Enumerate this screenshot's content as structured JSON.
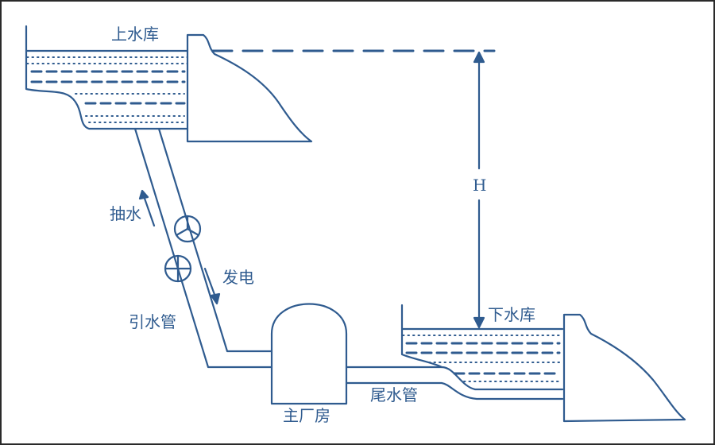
{
  "labels": {
    "upper_reservoir": "上水库",
    "lower_reservoir": "下水库",
    "pumping": "抽水",
    "generating": "发电",
    "penstock": "引水管",
    "powerhouse": "主厂房",
    "tailrace": "尾水管",
    "head": "H"
  },
  "colors": {
    "line": "#2f5b8f",
    "frame": "#2a2a2a",
    "background": "#ffffff"
  }
}
